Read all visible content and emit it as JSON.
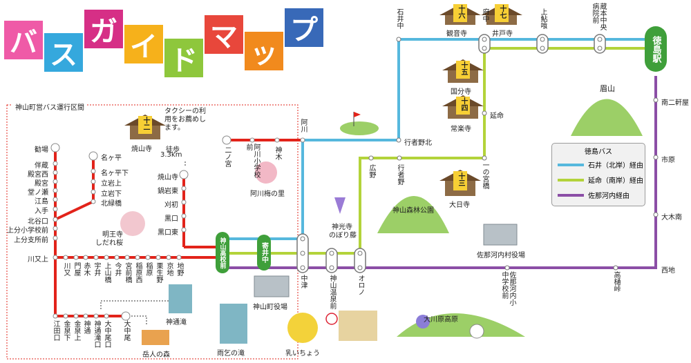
{
  "title_tiles": [
    {
      "char": "バ",
      "color": "#ef5aa7"
    },
    {
      "char": "ス",
      "color": "#35a8dd"
    },
    {
      "char": "ガ",
      "color": "#d62f86"
    },
    {
      "char": "イ",
      "color": "#f6b11b"
    },
    {
      "char": "ド",
      "color": "#8ec73c"
    },
    {
      "char": "マ",
      "color": "#e8473b"
    },
    {
      "char": "ッ",
      "color": "#f18a1d"
    },
    {
      "char": "プ",
      "color": "#3869b8"
    }
  ],
  "colors": {
    "north": "#56b8dd",
    "south": "#b3d33a",
    "sanagochi": "#8b4ea6",
    "kamiyama": "#e2231a",
    "green_tag": "#3f9f3a",
    "box_border": "#e2231a"
  },
  "legend": {
    "title": "徳島バス",
    "rows": [
      "石井（北岸）経由",
      "延命（南岸）経由",
      "佐那河内経由"
    ]
  },
  "box_title": "神山町営バス運行区間",
  "taxi_note": "タクシーの利用をお薦めします。",
  "walk_note": [
    "徒歩",
    "3.3km"
  ],
  "stops_top": [
    "石井中",
    "府中",
    "上鮎喰",
    "蔵本中央病院前"
  ],
  "tokushima_station": "徳島駅",
  "right_stops": [
    "南二軒屋",
    "市原",
    "大木南",
    "西地"
  ],
  "north_stops": [
    "阿川",
    "行者野北"
  ],
  "south_stops": [
    "延命",
    "一の宮橋",
    "広野",
    "行者野"
  ],
  "mid_stops": [
    "中津",
    "神山温泉前",
    "オロノ"
  ],
  "sanagochi_stops": [
    "佐那河内小中学校前",
    "高樋峠"
  ],
  "green_tags": [
    "神山高校前",
    "寄井中"
  ],
  "kamiyama_west": [
    "二ノ宮",
    "小学校前",
    "阿川",
    "神木"
  ],
  "left_column": [
    "勧場",
    "伴蔵",
    "殿宮西",
    "殿宮",
    "堂ノ瀬",
    "江島",
    "入手",
    "北谷口",
    "上分小学校前",
    "上分支所前",
    "川又上"
  ],
  "nagadaira": [
    "名ヶ平",
    "名ヶ平下",
    "立岩上",
    "立岩下",
    "北緑橋"
  ],
  "shosanji_branch": [
    "焼山寺",
    "鍋岩東",
    "刈初",
    "黒口",
    "黒口東"
  ],
  "bottom_row": [
    "川又",
    "門屋",
    "赤木",
    "宇井",
    "上山橋",
    "今井",
    "宮前橋",
    "稲原西",
    "稲原",
    "栗生野",
    "京地",
    "地野"
  ],
  "down_branch": [
    "江田口",
    "金泉下",
    "金泉上",
    "神通",
    "神通滝口",
    "大中尾口",
    "大中尾"
  ],
  "temples": [
    {
      "num": "十六",
      "name": "観音寺"
    },
    {
      "num": "十七",
      "name": "井戸寺"
    },
    {
      "num": "十五",
      "name": "国分寺"
    },
    {
      "num": "十四",
      "name": "常楽寺"
    },
    {
      "num": "十三",
      "name": "大日寺"
    },
    {
      "num": "十二",
      "name": "焼山寺"
    }
  ],
  "landmarks": {
    "bizan": "眉山",
    "kamiyama_forest": "神山森林公園",
    "shinkoji": [
      "神光寺",
      "のぼり藤"
    ],
    "sanagochi_office": "佐那河内村役場",
    "okawara": "大川原高原",
    "kamiyama_office": "神山町役場",
    "amagoi": "雨乞の滝",
    "ichou": "乳いちょう",
    "jinzu": "神通滝",
    "gakujin": "岳人の森",
    "akawa_ume": "阿川梅の里",
    "shidare": [
      "明王寺",
      "しだれ桜"
    ]
  }
}
